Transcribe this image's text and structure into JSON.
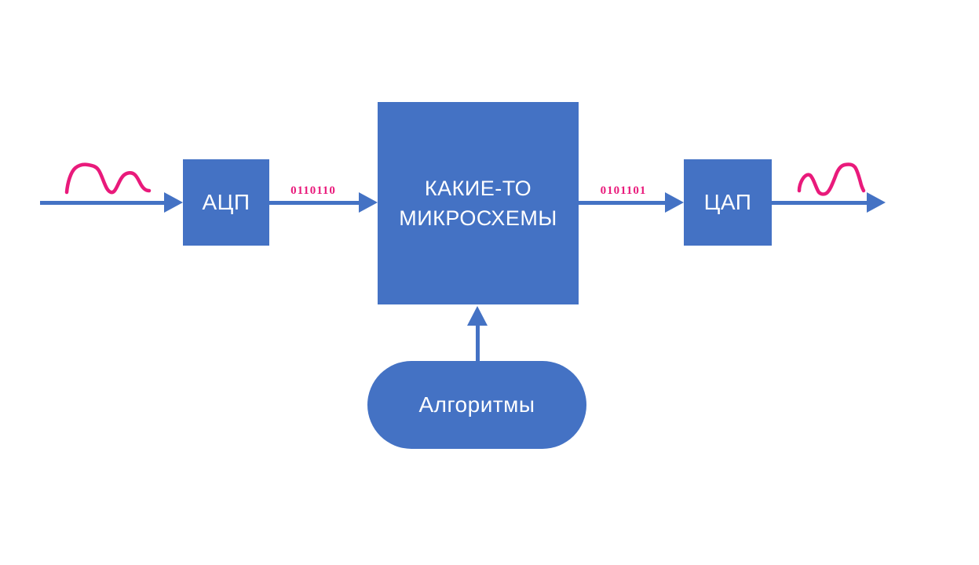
{
  "diagram": {
    "title_hint": "signal-processing-chain",
    "colors": {
      "shape_fill": "#4472C4",
      "ink": "#E91A7B",
      "label_text": "#ffffff",
      "background": "#ffffff"
    },
    "blocks": {
      "adc": {
        "label": "АЦП"
      },
      "chips": {
        "label_line1": "КАКИЕ-ТО",
        "label_line2": "МИКРОСХЕМЫ"
      },
      "dac": {
        "label": "ЦАП"
      },
      "algorithms": {
        "label": "Алгоритмы"
      }
    },
    "signals": {
      "digital_in": "0110110",
      "digital_out": "0101101"
    }
  }
}
